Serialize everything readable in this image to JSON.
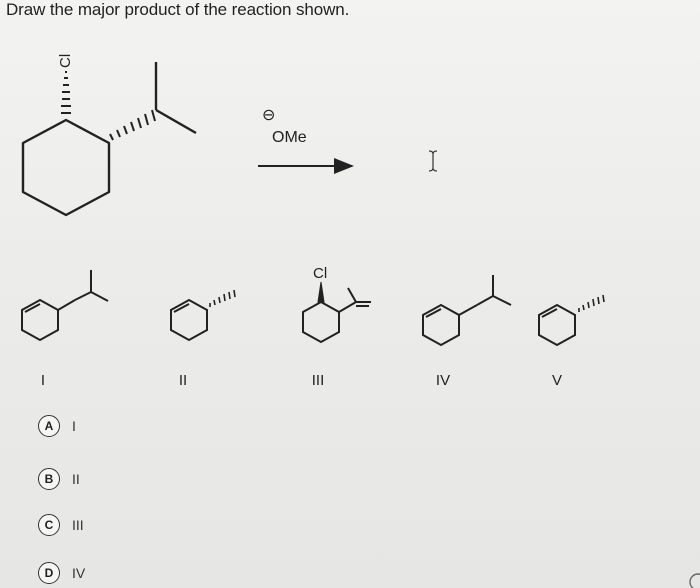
{
  "question": "Draw the major product of the reaction shown.",
  "reactant": {
    "substituent_label": "Cl"
  },
  "reagent": {
    "charge": "⊖",
    "name": "OMe"
  },
  "products": [
    {
      "label": "I"
    },
    {
      "label": "II"
    },
    {
      "label": "III",
      "substituent_label": "Cl"
    },
    {
      "label": "IV"
    },
    {
      "label": "V"
    }
  ],
  "options": [
    {
      "letter": "A",
      "text": "I"
    },
    {
      "letter": "B",
      "text": "II"
    },
    {
      "letter": "C",
      "text": "III"
    },
    {
      "letter": "D",
      "text": "IV"
    }
  ],
  "icons": {
    "cursor": "text-cursor-icon"
  },
  "colors": {
    "ink": "#222222",
    "background": "#eeeeec"
  }
}
